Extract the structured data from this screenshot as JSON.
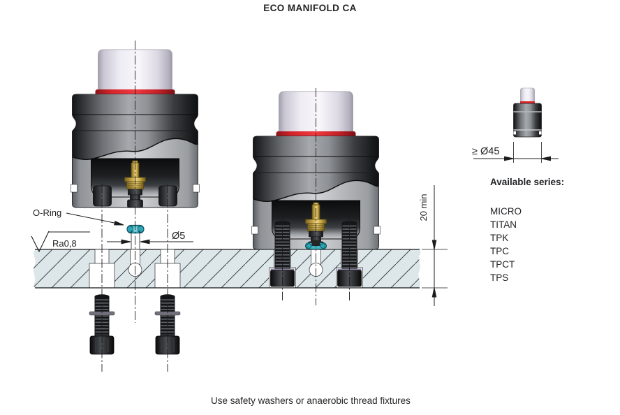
{
  "title": "ECO MANIFOLD CA",
  "footer_note": "Use safety washers or anaerobic thread fixtures",
  "annotations": {
    "o_ring_label": "O-Ring",
    "surface_roughness": "Ra0,8",
    "hole_diameter": "Ø5",
    "plate_thickness": "20 min",
    "min_clearance_diameter": "≥ Ø45"
  },
  "available_series": {
    "heading": "Available series:",
    "items": [
      "MICRO",
      "TITAN",
      "TPK",
      "TPC",
      "TPCT",
      "TPS"
    ]
  },
  "colors": {
    "o_ring": "#3fb4c2",
    "cap_ring_red": "#e2262d",
    "plate_fill": "#dde7ea",
    "brass": "#d8bb68"
  }
}
